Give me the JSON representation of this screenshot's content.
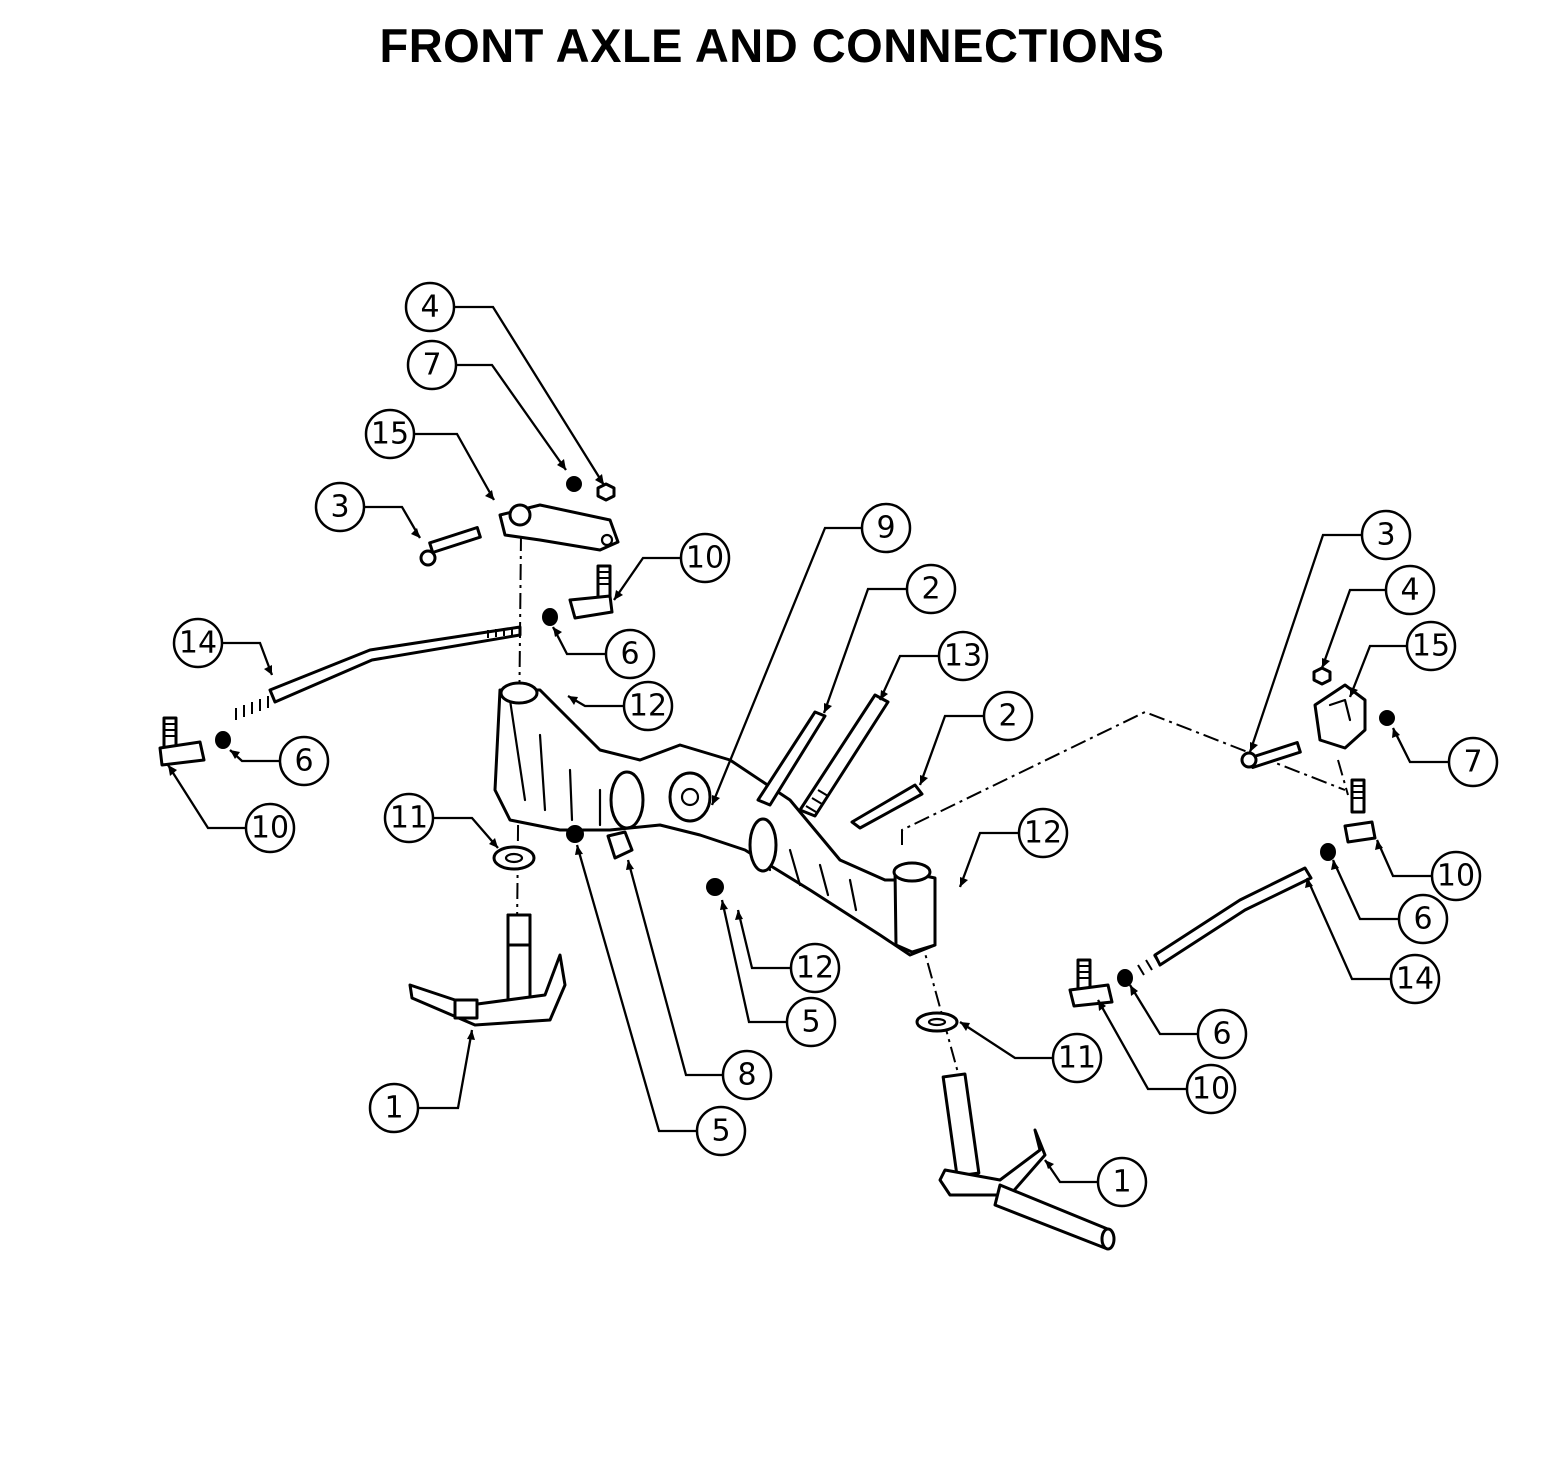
{
  "title": "FRONT AXLE AND CONNECTIONS",
  "callouts": [
    {
      "id": "c-1-left",
      "label": "1"
    },
    {
      "id": "c-1-right",
      "label": "1"
    },
    {
      "id": "c-2-upper",
      "label": "2"
    },
    {
      "id": "c-2-lower",
      "label": "2"
    },
    {
      "id": "c-3-left",
      "label": "3"
    },
    {
      "id": "c-3-right",
      "label": "3"
    },
    {
      "id": "c-4-left",
      "label": "4"
    },
    {
      "id": "c-4-right",
      "label": "4"
    },
    {
      "id": "c-5-inner",
      "label": "5"
    },
    {
      "id": "c-5-outer",
      "label": "5"
    },
    {
      "id": "c-6-upper",
      "label": "6"
    },
    {
      "id": "c-6-left",
      "label": "6"
    },
    {
      "id": "c-6-right-upper",
      "label": "6"
    },
    {
      "id": "c-6-right-lower",
      "label": "6"
    },
    {
      "id": "c-7-left",
      "label": "7"
    },
    {
      "id": "c-7-right",
      "label": "7"
    },
    {
      "id": "c-8",
      "label": "8"
    },
    {
      "id": "c-9",
      "label": "9"
    },
    {
      "id": "c-10-upper",
      "label": "10"
    },
    {
      "id": "c-10-left",
      "label": "10"
    },
    {
      "id": "c-10-right-upper",
      "label": "10"
    },
    {
      "id": "c-10-right-lower",
      "label": "10"
    },
    {
      "id": "c-11-left",
      "label": "11"
    },
    {
      "id": "c-11-right",
      "label": "11"
    },
    {
      "id": "c-12-upper",
      "label": "12"
    },
    {
      "id": "c-12-mid",
      "label": "12"
    },
    {
      "id": "c-12-right",
      "label": "12"
    },
    {
      "id": "c-13",
      "label": "13"
    },
    {
      "id": "c-14-left",
      "label": "14"
    },
    {
      "id": "c-14-right",
      "label": "14"
    },
    {
      "id": "c-15-left",
      "label": "15"
    },
    {
      "id": "c-15-right",
      "label": "15"
    }
  ]
}
